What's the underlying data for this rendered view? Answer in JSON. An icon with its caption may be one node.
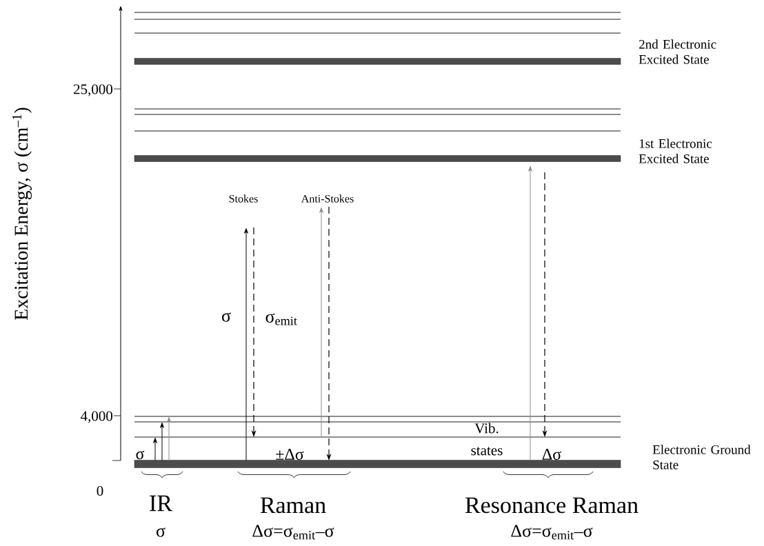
{
  "diagram": {
    "labels": [
      "2nd Electronic Excited State",
      "25,000",
      "1st Electronic Excited State",
      "Stokes",
      "Anti-Stokes",
      "σ",
      "σ$_{emit}$",
      "4,000",
      "Vib. states",
      "Electronic Ground State",
      "σ",
      "±Δσ",
      "Δσ",
      "0",
      "IR",
      "σ",
      "Raman",
      "Δσ=σ$_{emit}$–σ",
      "Resonance Raman",
      "Δσ=σ$_{emit}$–σ",
      "Excitation Energy, σ (cm$^{–1}$)"
    ]
  }
}
